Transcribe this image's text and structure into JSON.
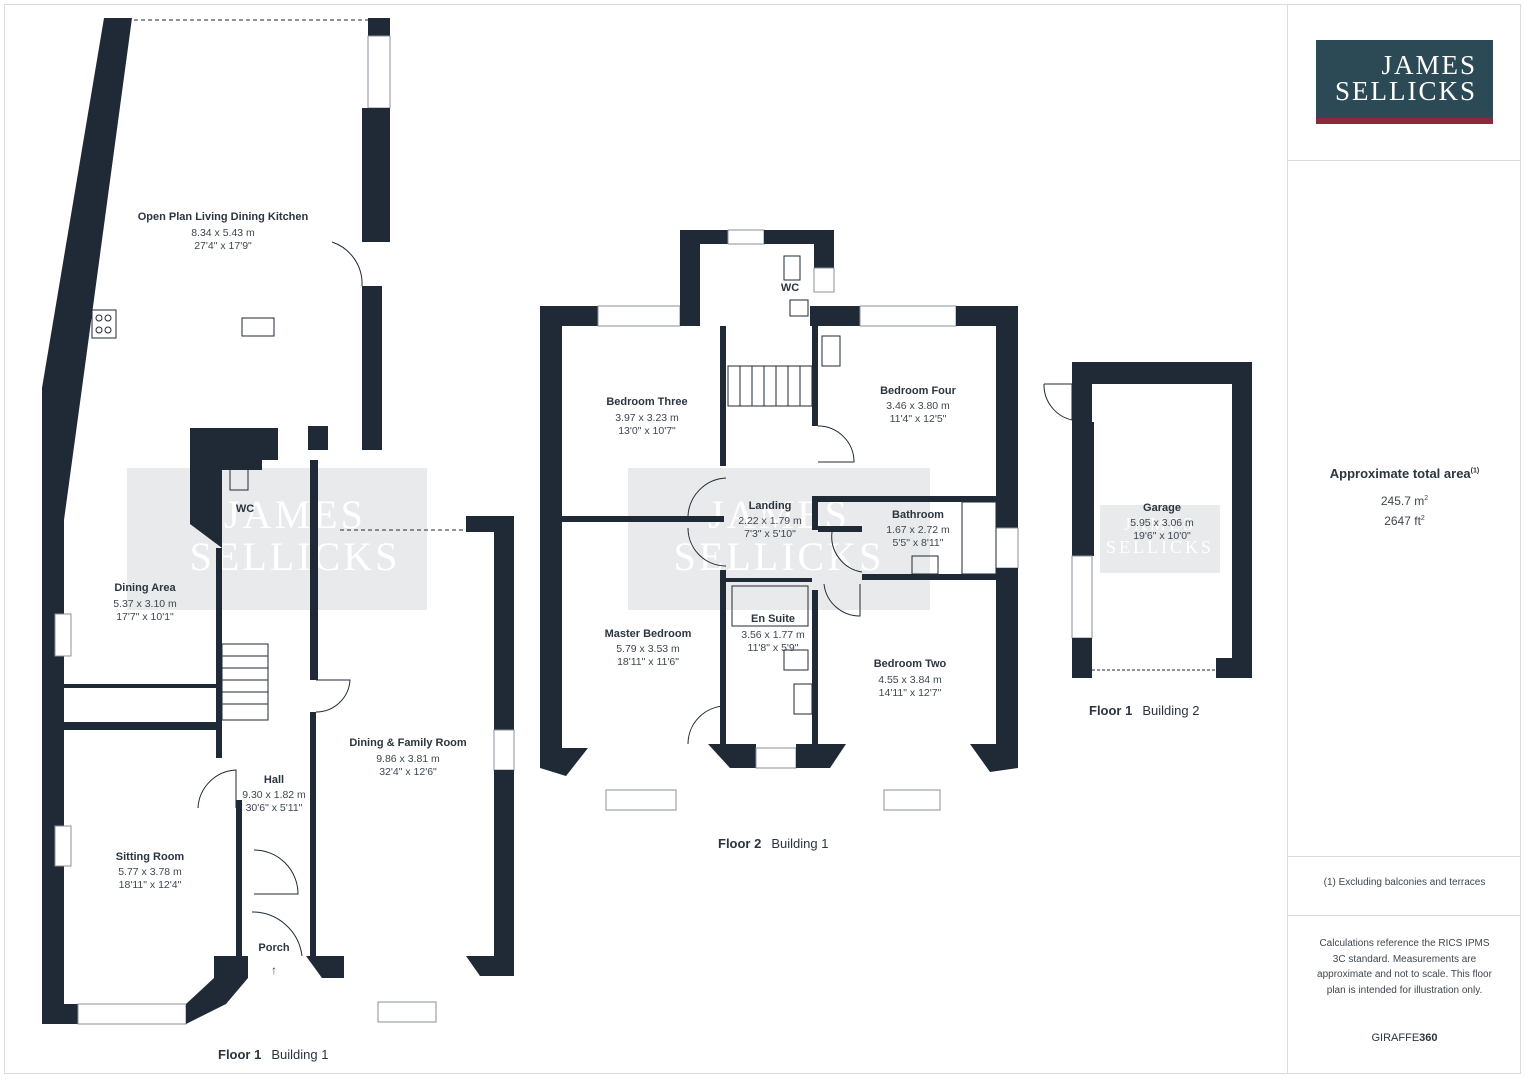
{
  "brand": {
    "line1": "JAMES",
    "line2": "SELLICKS",
    "colors": {
      "primary": "#2c4a56",
      "accent": "#8c2a3c",
      "wall": "#1f2a36"
    }
  },
  "area": {
    "title": "Approximate total area",
    "footnote_mark": "(1)",
    "metric": "245.7",
    "metric_unit": "m",
    "imperial": "2647",
    "imperial_unit": "ft",
    "exponent": "2"
  },
  "footnote": "(1) Excluding balconies and terraces",
  "calculation_note": "Calculations reference the RICS IPMS 3C standard. Measurements are approximate and not to scale. This floor plan is intended for illustration only.",
  "credit": {
    "light": "GIRAFFE",
    "bold": "360"
  },
  "watermark": {
    "line1": "JAMES",
    "line2": "SELLICKS"
  },
  "floors": [
    {
      "floor": "Floor 1",
      "building": "Building 1"
    },
    {
      "floor": "Floor 2",
      "building": "Building 1"
    },
    {
      "floor": "Floor 1",
      "building": "Building 2"
    }
  ],
  "rooms": [
    {
      "name": "Open Plan Living Dining Kitchen",
      "metric": "8.34 x 5.43 m",
      "imperial": "27'4\" x 17'9\""
    },
    {
      "name": "WC",
      "metric": "",
      "imperial": ""
    },
    {
      "name": "Dining Area",
      "metric": "5.37 x 3.10 m",
      "imperial": "17'7\" x 10'1\""
    },
    {
      "name": "Hall",
      "metric": "9.30 x 1.82 m",
      "imperial": "30'6\" x 5'11\""
    },
    {
      "name": "Sitting Room",
      "metric": "5.77 x 3.78 m",
      "imperial": "18'11\" x 12'4\""
    },
    {
      "name": "Dining & Family Room",
      "metric": "9.86 x 3.81 m",
      "imperial": "32'4\" x 12'6\""
    },
    {
      "name": "Porch",
      "metric": "",
      "imperial": ""
    },
    {
      "name": "Bedroom Three",
      "metric": "3.97 x 3.23 m",
      "imperial": "13'0\" x 10'7\""
    },
    {
      "name": "WC",
      "metric": "",
      "imperial": ""
    },
    {
      "name": "Bedroom Four",
      "metric": "3.46 x 3.80 m",
      "imperial": "11'4\" x 12'5\""
    },
    {
      "name": "Landing",
      "metric": "2.22 x 1.79 m",
      "imperial": "7'3\" x 5'10\""
    },
    {
      "name": "Bathroom",
      "metric": "1.67 x 2.72 m",
      "imperial": "5'5\" x 8'11\""
    },
    {
      "name": "Master Bedroom",
      "metric": "5.79 x 3.53 m",
      "imperial": "18'11\" x 11'6\""
    },
    {
      "name": "En Suite",
      "metric": "3.56 x 1.77 m",
      "imperial": "11'8\" x 5'9\""
    },
    {
      "name": "Bedroom Two",
      "metric": "4.55 x 3.84 m",
      "imperial": "14'11\" x 12'7\""
    },
    {
      "name": "Garage",
      "metric": "5.95 x 3.06 m",
      "imperial": "19'6\" x 10'0\""
    }
  ]
}
